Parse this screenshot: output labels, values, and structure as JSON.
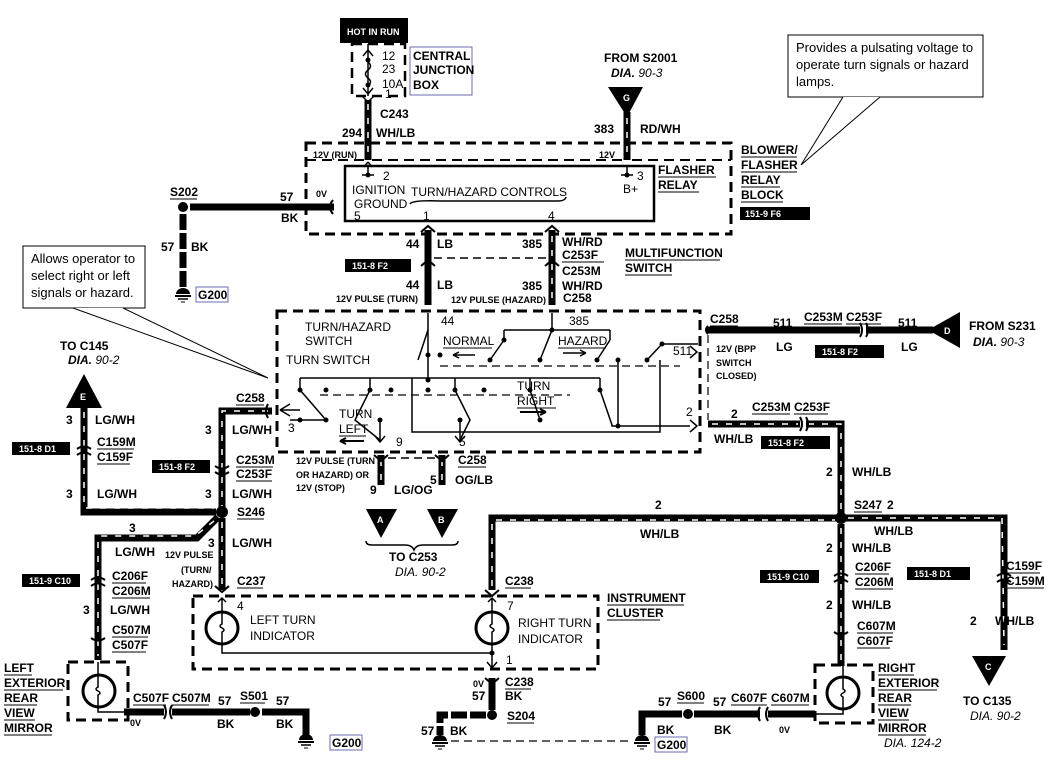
{
  "title": "Turn/Hazard Lamps Wiring Diagram",
  "callouts": {
    "flasher_note": [
      "Provides a pulsating voltage to",
      "operate turn signals or hazard",
      "lamps."
    ],
    "switch_note": [
      "Allows operator to",
      "select right or left",
      "signals or hazard."
    ]
  },
  "power": {
    "hot_in_run": "HOT IN RUN",
    "fuse_lines": [
      "12",
      "23",
      "10A",
      "1"
    ],
    "cjb_lines": [
      "CENTRAL",
      "JUNCTION",
      "BOX"
    ],
    "c243": "C243",
    "circuit_294": "294",
    "color_294": "WH/LB",
    "from_s2001": "FROM S2001",
    "dia_s2001_prefix": "DIA.",
    "dia_s2001": "90-3",
    "connector_g": "G",
    "circuit_383": "383",
    "color_383": "RD/WH"
  },
  "relay_block": {
    "label_lines": [
      "BLOWER/",
      "FLASHER",
      "RELAY",
      "BLOCK"
    ],
    "ref": "151-9 F6",
    "run_12v": "12V (RUN)",
    "v12": "12V",
    "flasher_lines": [
      "FLASHER",
      "RELAY"
    ],
    "pin2": "2",
    "pin3": "3",
    "bplus": "B+",
    "ignition": "IGNITION",
    "ground": "GROUND",
    "controls": "TURN/HAZARD CONTROLS",
    "pin5": "5",
    "pin1": "1",
    "pin4": "4",
    "zero_v": "0V"
  },
  "ground_s202": {
    "splice": "S202",
    "circuit": "57",
    "color": "BK",
    "ground": "G200"
  },
  "multifunction": {
    "label_lines": [
      "MULTIFUNCTION",
      "SWITCH"
    ],
    "c44": "44",
    "lb": "LB",
    "c385": "385",
    "wh_rd": "WH/RD",
    "c253f": "C253F",
    "c253m": "C253M",
    "c258": "C258",
    "ref_f2": "151-8 F2",
    "pulse_turn": "12V PULSE (TURN)",
    "pulse_hazard": "12V PULSE (HAZARD)",
    "th_switch_lines": [
      "TURN/HAZARD",
      "SWITCH"
    ],
    "turn_switch": "TURN SWITCH",
    "normal": "NORMAL",
    "hazard": "HAZARD",
    "turn_left_lines": [
      "TURN",
      "LEFT"
    ],
    "turn_right_lines": [
      "TURN",
      "RIGHT"
    ],
    "pin44": "44",
    "pin385": "385",
    "pin511": "511",
    "pin3": "3",
    "pin2": "2",
    "pin9": "9",
    "pin5": "5"
  },
  "right_feed": {
    "c258": "C258",
    "c511": "511",
    "lg": "LG",
    "c253m": "C253M",
    "c253f": "C253F",
    "ref": "151-8 F2",
    "bpp_lines": [
      "12V (BPP",
      "SWITCH",
      "CLOSED)"
    ],
    "connector_d": "D",
    "from_s231": "FROM S231",
    "dia_prefix": "DIA.",
    "dia": "90-3"
  },
  "right_out": {
    "circuit": "2",
    "color": "WH/LB",
    "c253m": "C253M",
    "c253f": "C253F",
    "ref": "151-8 F2"
  },
  "left_branch": {
    "to_c145": "TO C145",
    "dia_prefix": "DIA.",
    "dia": "90-2",
    "connector_e": "E",
    "circuit": "3",
    "color": "LG/WH",
    "c159m": "C159M",
    "c159f": "C159F",
    "ref_d1": "151-8 D1",
    "c258": "C258",
    "c253m": "C253M",
    "c253f": "C253F",
    "ref_f2": "151-8 F2",
    "s246": "S246",
    "c206f": "C206F",
    "c206m": "C206M",
    "ref_c10": "151-9 C10",
    "pulse_lines": [
      "12V PULSE",
      "(TURN/",
      "HAZARD)"
    ],
    "c237": "C237",
    "c507m": "C507M",
    "c507f": "C507F"
  },
  "to_c253": {
    "pulse_lines": [
      "12V PULSE (TURN",
      "OR HAZARD) OR",
      "12V (STOP)"
    ],
    "c258": "C258",
    "c9": "9",
    "lg_og": "LG/OG",
    "c5": "5",
    "og_lb": "OG/LB",
    "connector_a": "A",
    "connector_b": "B",
    "to_c253": "TO C253",
    "dia_prefix": "DIA.",
    "dia": "90-2"
  },
  "cluster": {
    "label_lines": [
      "INSTRUMENT",
      "CLUSTER"
    ],
    "left_lines": [
      "LEFT TURN",
      "INDICATOR"
    ],
    "right_lines": [
      "RIGHT TURN",
      "INDICATOR"
    ],
    "pin4": "4",
    "pin7": "7",
    "pin1": "1",
    "c238": "C238",
    "zero_v": "0V",
    "c57": "57",
    "bk": "BK",
    "s204": "S204",
    "g200": "G200"
  },
  "right_branch": {
    "circuit": "2",
    "color": "WH/LB",
    "s247": "S247",
    "c206f": "C206F",
    "c206m": "C206M",
    "ref_c10": "151-9 C10",
    "c607m": "C607M",
    "c607f": "C607F",
    "c159f": "C159F",
    "c159m": "C159M",
    "ref_d1": "151-8 D1",
    "connector_c": "C",
    "to_c135": "TO C135",
    "dia_prefix": "DIA.",
    "dia": "90-2"
  },
  "left_mirror": {
    "label_lines": [
      "LEFT",
      "EXTERIOR",
      "REAR",
      "VIEW",
      "MIRROR"
    ],
    "c507f": "C507F",
    "c507m": "C507M",
    "zero_v": "0V",
    "c57": "57",
    "bk": "BK",
    "s501": "S501",
    "g200": "G200"
  },
  "right_mirror": {
    "label_lines": [
      "RIGHT",
      "EXTERIOR",
      "REAR",
      "VIEW",
      "MIRROR"
    ],
    "dia_prefix": "DIA.",
    "dia": "124-2",
    "c607f": "C607F",
    "c607m": "C607M",
    "zero_v": "0V",
    "c57": "57",
    "bk": "BK",
    "s600": "S600",
    "g200": "G200"
  }
}
